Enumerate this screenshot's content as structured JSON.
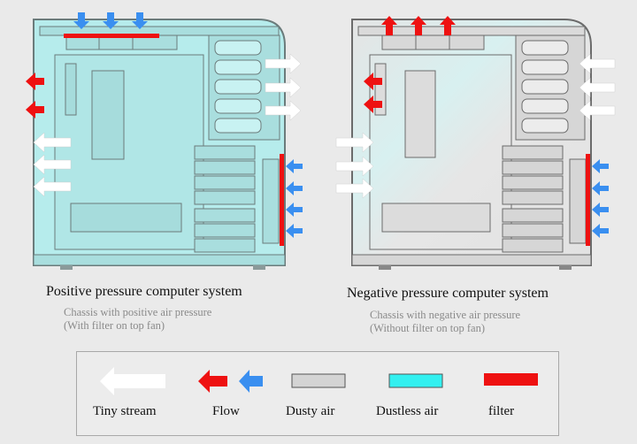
{
  "diagram": {
    "left": {
      "caption": "Positive pressure computer system",
      "subtitle_line1": "Chassis with positive air pressure",
      "subtitle_line2": "(With filter on top fan)"
    },
    "right": {
      "caption": "Negative pressure computer system",
      "subtitle_line1": "Chassis with negative air pressure",
      "subtitle_line2": "(Without filter on top fan)"
    }
  },
  "legend": {
    "items": [
      {
        "label": "Tiny stream",
        "icon": "white-arrow-icon"
      },
      {
        "label": "Flow",
        "icon": "red-blue-arrow-icon"
      },
      {
        "label": "Dusty air",
        "icon": "gray-swatch"
      },
      {
        "label": "Dustless air",
        "icon": "cyan-swatch"
      },
      {
        "label": "filter",
        "icon": "red-bar"
      }
    ]
  },
  "colors": {
    "dustless": "#b6ecec",
    "dusty": "#d4d4d4",
    "flow_red": "#ee1111",
    "flow_blue": "#3a8ff0",
    "filter": "#ee1111",
    "stream": "#ffffff"
  }
}
